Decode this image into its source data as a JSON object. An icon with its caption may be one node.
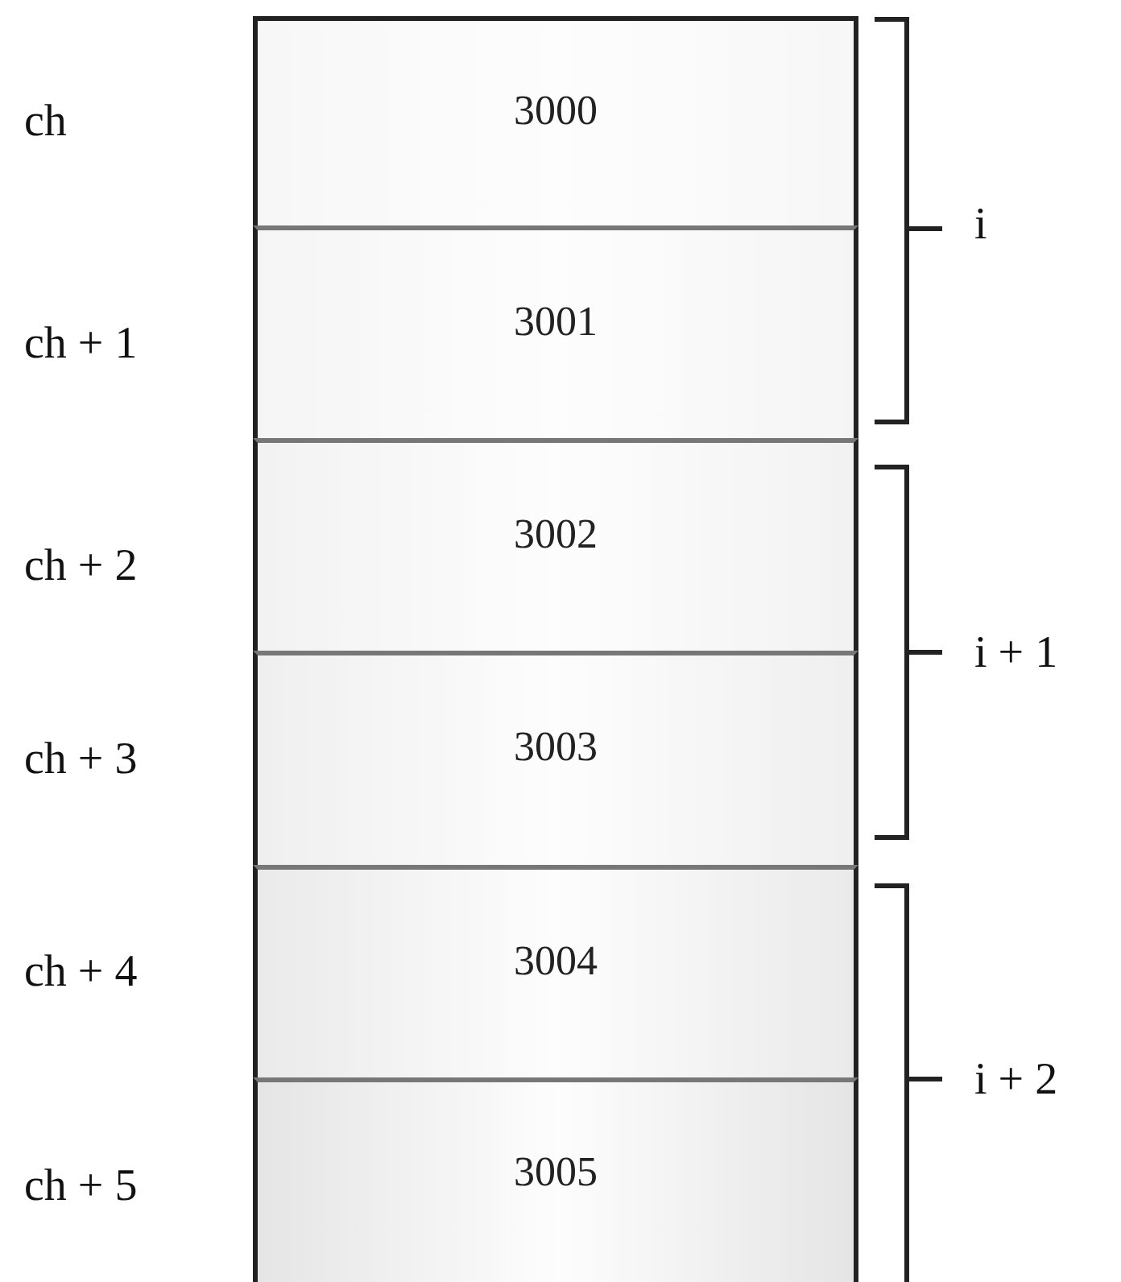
{
  "diagram": {
    "nodes": [
      {
        "text": [
          "3000"
        ]
      },
      {
        "text": [
          "3001"
        ]
      },
      {
        "text": [
          "3002"
        ]
      },
      {
        "text": [
          "3003"
        ]
      },
      {
        "text": [
          "3004"
        ]
      },
      {
        "text": [
          "3005"
        ]
      }
    ],
    "labels": [
      "ch",
      "i",
      "ch + 1",
      "ch + 2",
      "i + 1",
      "ch + 3",
      "ch + 4",
      "i + 2",
      "ch + 5"
    ]
  }
}
